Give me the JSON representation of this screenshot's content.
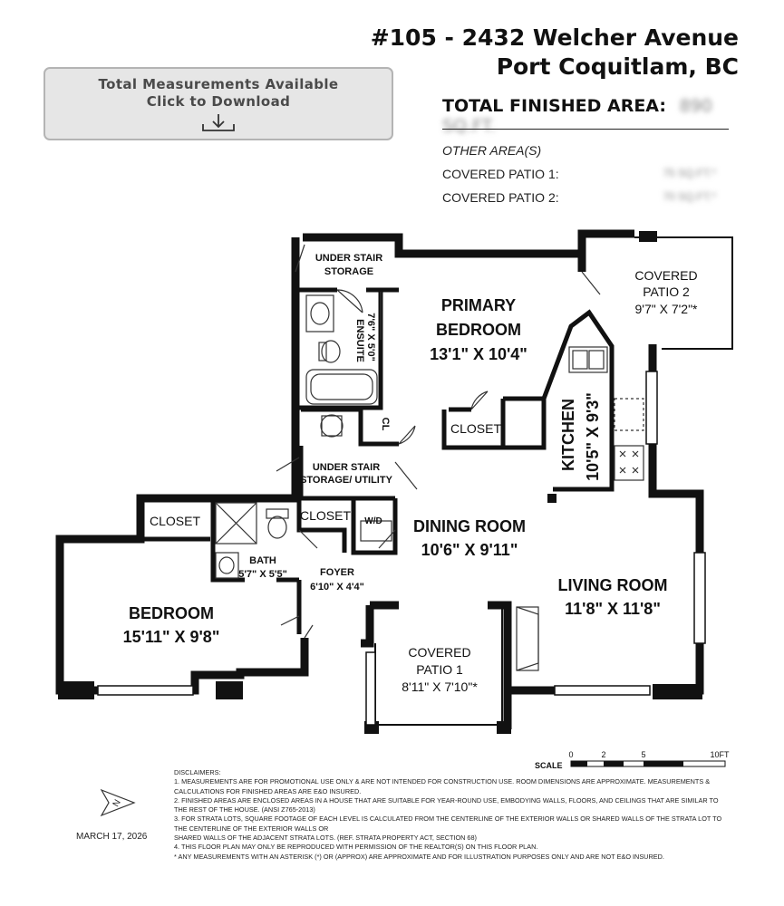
{
  "header": {
    "address_line1": "#105 - 2432 Welcher Avenue",
    "address_line2": "Port Coquitlam, BC",
    "total_label": "TOTAL FINISHED AREA:",
    "total_value": "890 SQ.FT.",
    "other_heading": "OTHER AREA(S)",
    "other": [
      {
        "label": "COVERED PATIO 1:",
        "value": "75 SQ.FT.*"
      },
      {
        "label": "COVERED PATIO 2:",
        "value": "70 SQ.FT.*"
      }
    ]
  },
  "download": {
    "line1": "Total Measurements Available",
    "line2": "Click to Download",
    "icon": "download-arrow-icon"
  },
  "rooms": {
    "primary_bedroom": {
      "name1": "PRIMARY",
      "name2": "BEDROOM",
      "dims": "13'1\" X 10'4\""
    },
    "covered_patio_2": {
      "name1": "COVERED",
      "name2": "PATIO 2",
      "dims": "9'7\" X 7'2\"*"
    },
    "under_stair_storage": {
      "name1": "UNDER STAIR",
      "name2": "STORAGE"
    },
    "ensuite": {
      "name": "ENSUITE",
      "dims": "7'6\" X 5'0\""
    },
    "kitchen": {
      "name": "KITCHEN",
      "dims": "10'5\" X 9'3\""
    },
    "closet_primary": "CLOSET",
    "cl": "CL",
    "under_stair_utility": {
      "name1": "UNDER STAIR",
      "name2": "STORAGE/ UTILITY"
    },
    "closet_bedroom": "CLOSET",
    "closet_foyer": "CLOSET",
    "wd": "W/D",
    "bath": {
      "name": "BATH",
      "dims": "5'7\" X 5'5\""
    },
    "foyer": {
      "name": "FOYER",
      "dims": "6'10\" X 4'4\""
    },
    "dining_room": {
      "name": "DINING ROOM",
      "dims": "10'6\" X 9'11\""
    },
    "living_room": {
      "name": "LIVING ROOM",
      "dims": "11'8\" X 11'8\""
    },
    "bedroom": {
      "name": "BEDROOM",
      "dims": "15'11\" X 9'8\""
    },
    "covered_patio_1": {
      "name1": "COVERED",
      "name2": "PATIO 1",
      "dims": "8'11\" X 7'10\"*"
    }
  },
  "scale": {
    "label": "SCALE",
    "ticks": [
      "0",
      "2",
      "5",
      "10FT"
    ]
  },
  "disclaimers": {
    "title": "DISCLAIMERS:",
    "items": [
      "1. MEASUREMENTS ARE FOR PROMOTIONAL USE ONLY & ARE NOT INTENDED FOR CONSTRUCTION USE. ROOM DIMENSIONS ARE APPROXIMATE. MEASUREMENTS & CALCULATIONS FOR FINISHED AREAS ARE E&O INSURED.",
      "2. FINISHED AREAS ARE ENCLOSED AREAS IN A HOUSE THAT ARE SUITABLE FOR YEAR-ROUND USE, EMBODYING WALLS, FLOORS, AND CEILINGS THAT ARE SIMILAR TO THE REST OF THE HOUSE. (ANSI Z765-2013)",
      "3. FOR STRATA LOTS, SQUARE FOOTAGE OF EACH LEVEL IS CALCULATED FROM THE CENTERLINE OF THE EXTERIOR WALLS OR SHARED WALLS OF THE STRATA LOT TO THE CENTERLINE OF THE EXTERIOR WALLS OR",
      "SHARED WALLS OF THE ADJACENT STRATA LOTS. (REF. STRATA PROPERTY ACT, SECTION 68)",
      "4. THIS FLOOR PLAN MAY ONLY BE REPRODUCED WITH PERMISSION OF THE REALTOR(S) ON THIS FLOOR PLAN.",
      "* ANY MEASUREMENTS WITH AN ASTERISK (*) OR (APPROX) ARE APPROXIMATE AND FOR ILLUSTRATION PURPOSES ONLY AND ARE NOT E&O INSURED."
    ]
  },
  "north_label": "N",
  "date": "MARCH 17, 2026"
}
